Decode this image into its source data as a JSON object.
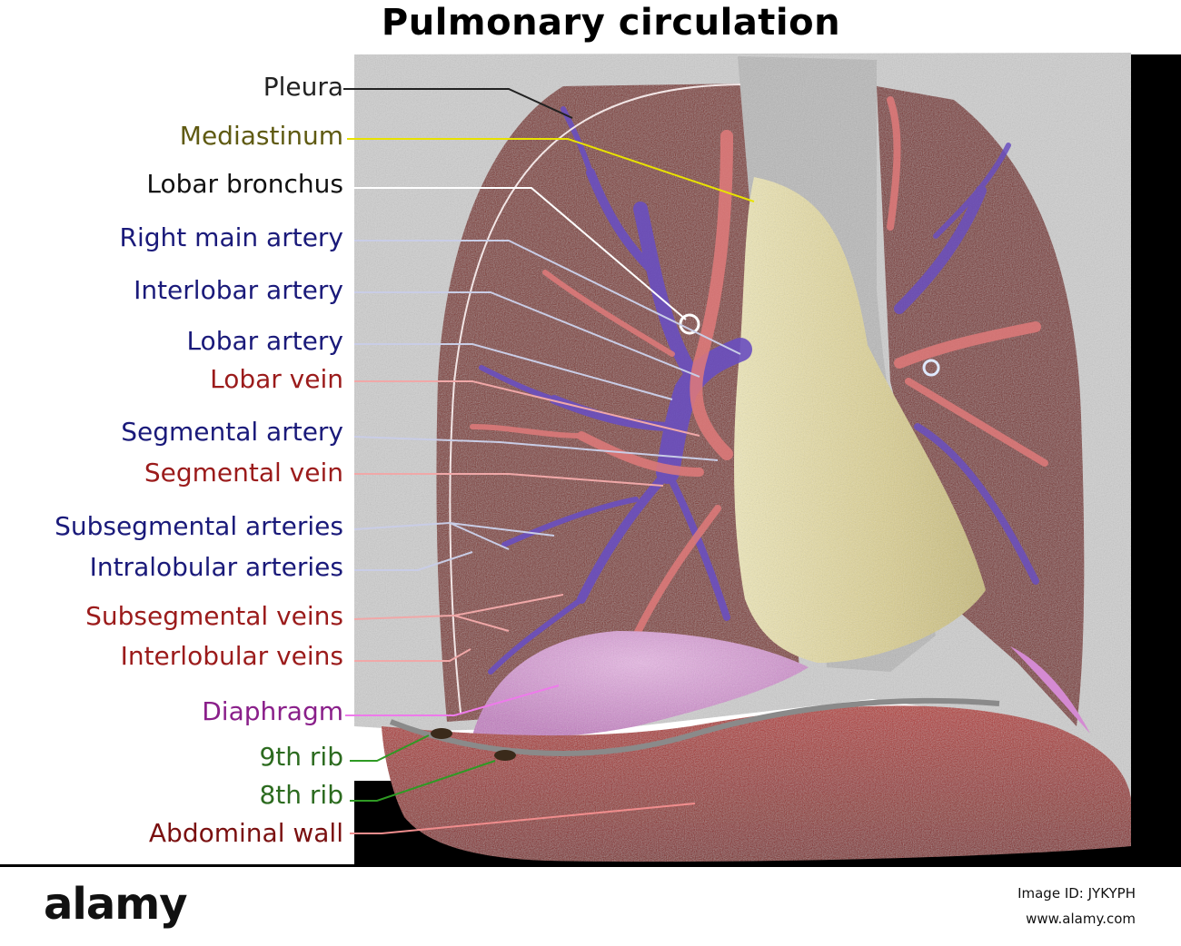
{
  "title": "Pulmonary circulation",
  "labels": [
    {
      "id": "pleura",
      "text": "Pleura",
      "color": "#222222"
    },
    {
      "id": "mediastinum",
      "text": "Mediastinum",
      "color": "#5f5a12"
    },
    {
      "id": "lobar-bronchus",
      "text": "Lobar bronchus",
      "color": "#111111"
    },
    {
      "id": "right-main-artery",
      "text": "Right main artery",
      "color": "#1a1a7a"
    },
    {
      "id": "interlobar-artery",
      "text": "Interlobar artery",
      "color": "#1a1a7a"
    },
    {
      "id": "lobar-artery",
      "text": "Lobar artery",
      "color": "#1a1a7a"
    },
    {
      "id": "lobar-vein",
      "text": "Lobar vein",
      "color": "#9b1b1b"
    },
    {
      "id": "segmental-artery",
      "text": "Segmental artery",
      "color": "#1a1a7a"
    },
    {
      "id": "segmental-vein",
      "text": "Segmental vein",
      "color": "#9b1b1b"
    },
    {
      "id": "subsegmental-arteries",
      "text": "Subsegmental arteries",
      "color": "#1a1a7a"
    },
    {
      "id": "intralobular-arteries",
      "text": "Intralobular arteries",
      "color": "#1a1a7a"
    },
    {
      "id": "subsegmental-veins",
      "text": "Subsegmental veins",
      "color": "#9b1b1b"
    },
    {
      "id": "interlobular-veins",
      "text": "Interlobular veins",
      "color": "#9b1b1b"
    },
    {
      "id": "diaphragm",
      "text": "Diaphragm",
      "color": "#8a1f8a"
    },
    {
      "id": "9th-rib",
      "text": "9th rib",
      "color": "#2c6b1f"
    },
    {
      "id": "8th-rib",
      "text": "8th rib",
      "color": "#2c6b1f"
    },
    {
      "id": "abdominal-wall",
      "text": "Abdominal wall",
      "color": "#7a1010"
    }
  ],
  "footer": {
    "logo": "alamy",
    "image_id": "Image ID: JYKYPH",
    "url": "www.alamy.com"
  },
  "colors": {
    "lung_tissue": "#7e2a24",
    "artery": "#6a4fc0",
    "vein": "#e07a7a",
    "mediastinum": "#e4dca0",
    "diaphragm": "#d99ad6",
    "abdomen": "#a8231f",
    "bone": "#c9c9c9"
  }
}
